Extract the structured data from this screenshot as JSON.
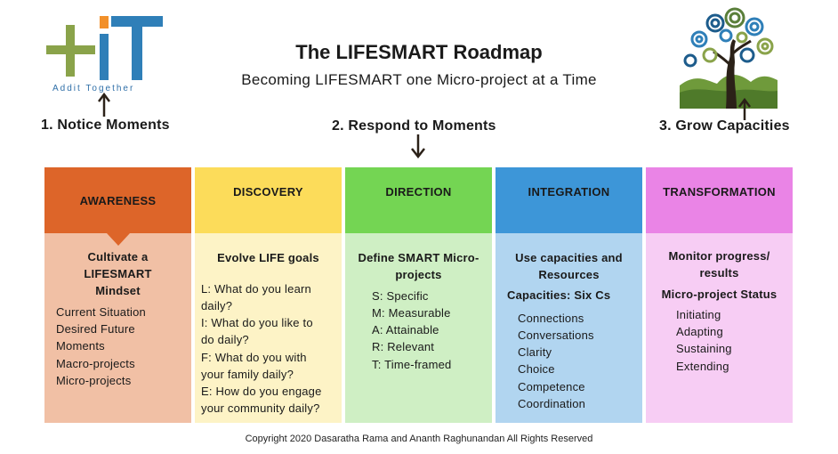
{
  "logo": {
    "brand": "+IT",
    "tagline": "Addit Together"
  },
  "title": "The LIFESMART Roadmap",
  "subtitle": "Becoming LIFESMART one Micro-project at a Time",
  "steps": [
    "1.  Notice Moments",
    "2. Respond to Moments",
    "3. Grow Capacities"
  ],
  "columns": [
    {
      "heading": "AWARENESS",
      "color": "#dd6529",
      "body_color": "#f1c0a5",
      "lines": [
        "Cultivate a",
        "LIFESMART",
        "Mindset",
        "Current Situation",
        "Desired Future",
        "Moments",
        "Macro-projects",
        "Micro-projects"
      ]
    },
    {
      "heading": "DISCOVERY",
      "color": "#fcdc5a",
      "body_color": "#fdf3c6",
      "lines": [
        "Evolve LIFE goals",
        "L: What do you learn",
        "daily?",
        "I: What do you like to",
        "do daily?",
        "F: What do you with",
        "your family daily?",
        "E: How do you engage",
        "your community daily?"
      ]
    },
    {
      "heading": "DIRECTION",
      "color": "#74d553",
      "body_color": "#cfefc4",
      "lines": [
        "Define SMART Micro-",
        "projects",
        "S: Specific",
        "M: Measurable",
        "A: Attainable",
        "R: Relevant",
        "T: Time-framed"
      ]
    },
    {
      "heading": "INTEGRATION",
      "color": "#3d96d8",
      "body_color": "#b1d5f0",
      "lines": [
        "Use capacities and",
        "Resources",
        "Capacities: Six Cs",
        "Connections",
        "Conversations",
        "Clarity",
        "Choice",
        "Competence",
        "Coordination"
      ]
    },
    {
      "heading": "TRANSFORMATION",
      "color": "#ea84e6",
      "body_color": "#f7cdf4",
      "lines": [
        "Monitor progress/",
        "results",
        "Micro-project Status",
        "Initiating",
        "Adapting",
        "Sustaining",
        "Extending"
      ]
    }
  ],
  "copyright": "Copyright 2020 Dasaratha Rama and Ananth Raghunandan All Rights Reserved"
}
